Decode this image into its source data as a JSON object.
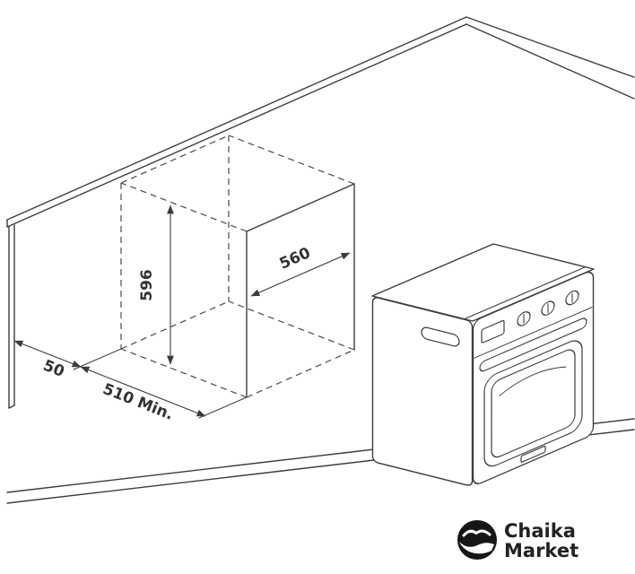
{
  "diagram": {
    "dim_width": "560",
    "dim_height": "596",
    "dim_wall_gap": "50",
    "dim_depth": "510 Min."
  },
  "logo": {
    "name_line1": "Chaika",
    "name_line2": "Market"
  },
  "colors": {
    "line": "#3d3d3d",
    "dim_text": "#333333",
    "logo_mark": "#161616",
    "logo_text": "#222222",
    "background": "#ffffff"
  }
}
